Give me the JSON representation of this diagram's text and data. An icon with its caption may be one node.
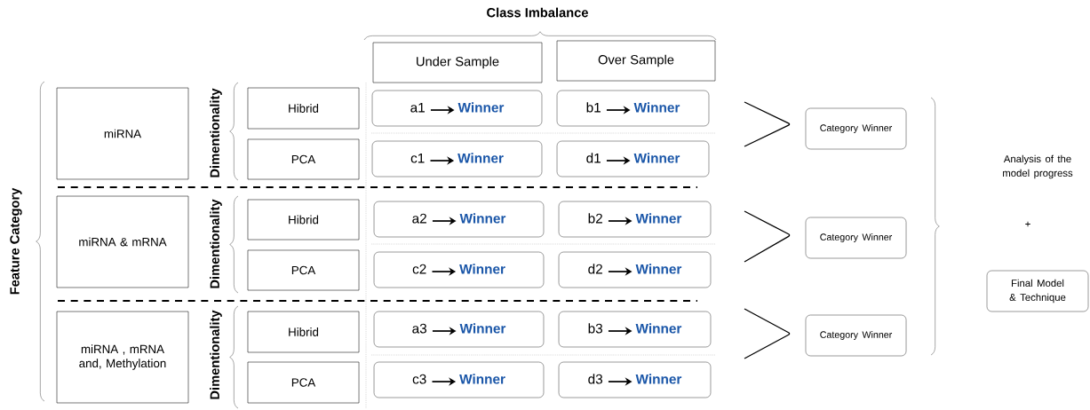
{
  "diagram": {
    "nodes": [
      {
        "text": [
          "Under Sample"
        ]
      },
      {
        "text": [
          "Over Sample"
        ]
      },
      {
        "text": [
          "miRNA"
        ]
      },
      {
        "text": [
          "Hibrid"
        ]
      },
      {
        "text": [
          "PCA"
        ]
      },
      {
        "text": [
          "a1",
          "Winner"
        ]
      },
      {
        "text": [
          "b1",
          "Winner"
        ]
      },
      {
        "text": [
          "c1",
          "Winner"
        ]
      },
      {
        "text": [
          "d1",
          "Winner"
        ]
      },
      {
        "text": [
          "Category Winner"
        ]
      },
      {
        "text": [
          "miRNA & mRNA"
        ]
      },
      {
        "text": [
          "Hibrid"
        ]
      },
      {
        "text": [
          "PCA"
        ]
      },
      {
        "text": [
          "a2",
          "Winner"
        ]
      },
      {
        "text": [
          "b2",
          "Winner"
        ]
      },
      {
        "text": [
          "c2",
          "Winner"
        ]
      },
      {
        "text": [
          "d2",
          "Winner"
        ]
      },
      {
        "text": [
          "Category Winner"
        ]
      },
      {
        "text": [
          "miRNA , mRNA and, Methylation"
        ]
      },
      {
        "text": [
          "Hibrid"
        ]
      },
      {
        "text": [
          "PCA"
        ]
      },
      {
        "text": [
          "a3",
          "Winner"
        ]
      },
      {
        "text": [
          "b3",
          "Winner"
        ]
      },
      {
        "text": [
          "c3",
          "Winner"
        ]
      },
      {
        "text": [
          "d3",
          "Winner"
        ]
      },
      {
        "text": [
          "Category Winner"
        ]
      },
      {
        "text": [
          "Final Model & Technique"
        ]
      }
    ],
    "labels": [
      "Class Imbalance",
      "Feature Category",
      "Dimentionality",
      "Dimentionality",
      "Dimentionality",
      "Analysis of the model progress",
      "+"
    ]
  }
}
